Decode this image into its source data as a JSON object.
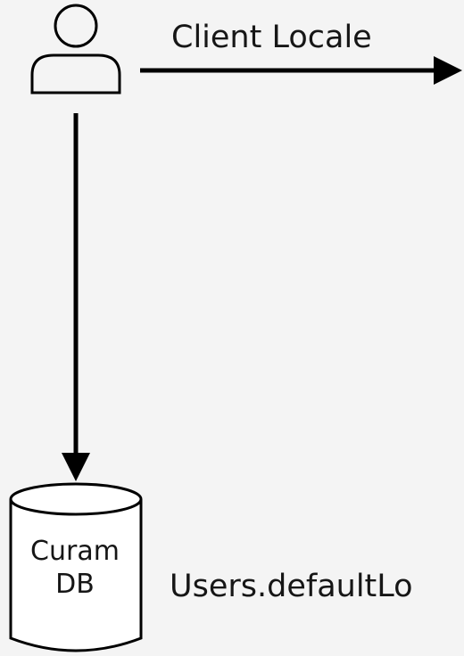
{
  "diagram": {
    "nodes": {
      "user": {
        "icon": "user-icon"
      },
      "database": {
        "icon": "database-cylinder-icon",
        "line1": "Curam",
        "line2": "DB"
      }
    },
    "edges": {
      "client_locale": {
        "label": "Client Locale"
      },
      "user_to_db": {
        "label": ""
      }
    },
    "annotations": {
      "users_default_locale": "Users.defaultLo"
    },
    "colors": {
      "background": "#f4f4f4",
      "stroke": "#000000",
      "text": "#161616"
    }
  }
}
